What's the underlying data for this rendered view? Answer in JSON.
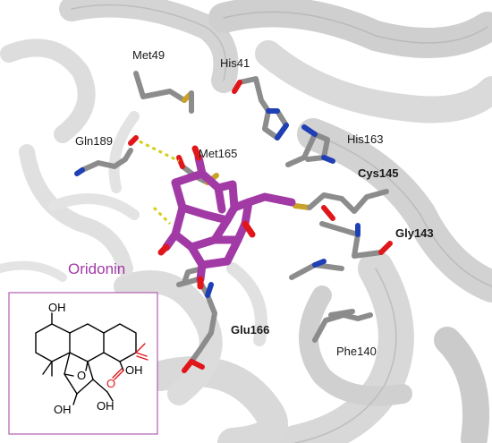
{
  "ligand": {
    "name": "Oridonin",
    "color": "#a23aa6"
  },
  "residues": {
    "met49": "Met49",
    "his41": "His41",
    "gln189": "Gln189",
    "met165": "Met165",
    "his163": "His163",
    "cys145": "Cys145",
    "gly143": "Gly143",
    "glu166": "Glu166",
    "phe140": "Phe140"
  },
  "structure_labels": {
    "oh_top": "OH",
    "o_ring": "O",
    "o_ketone": "O",
    "oh_right": "OH",
    "oh_bottom_left": "OH",
    "oh_bottom_right": "OH"
  },
  "colors": {
    "ribbon": "#d6d6d6",
    "carbon": "#8c8c8c",
    "nitrogen": "#1f3fb5",
    "oxygen": "#e0161b",
    "sulfur": "#c9a227",
    "hbond": "#d4cf18",
    "inset_border": "#b25fb0",
    "highlight_red": "#e0161b"
  }
}
